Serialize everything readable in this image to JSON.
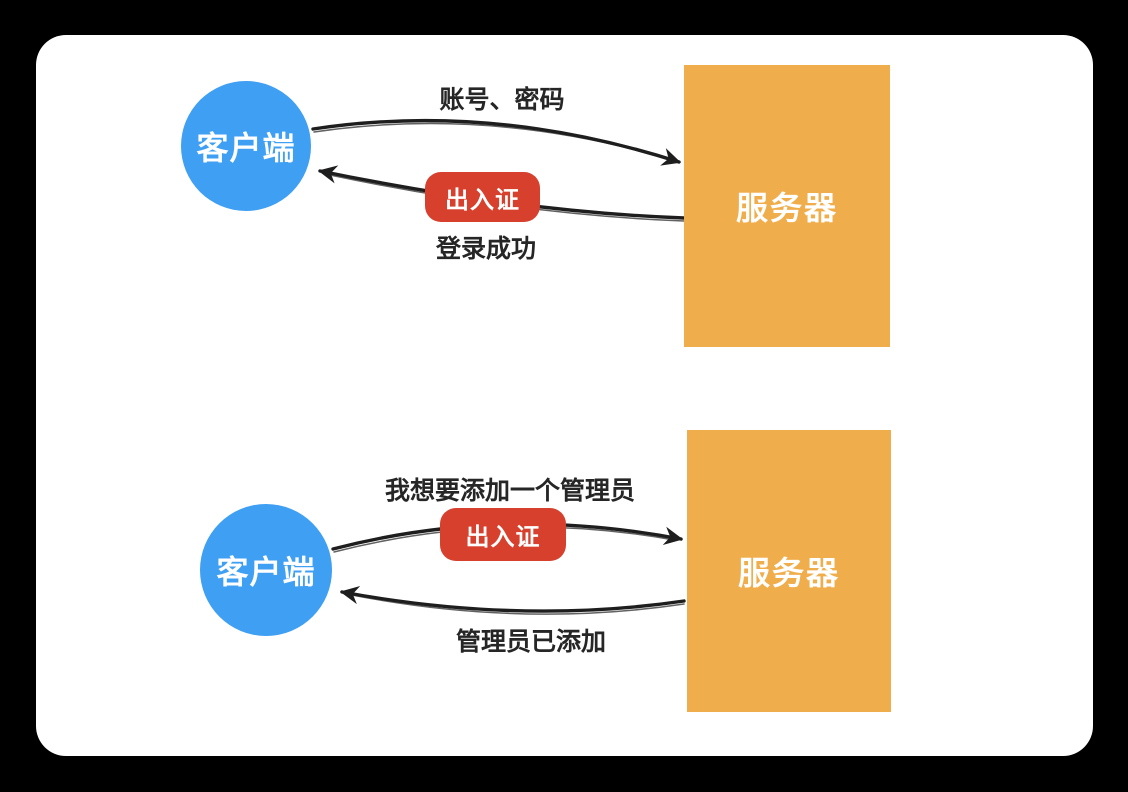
{
  "page": {
    "background": "#000000",
    "card_background": "#ffffff"
  },
  "colors": {
    "client_fill": "#3f9ff3",
    "server_fill": "#f0ad4b",
    "badge_fill": "#d6402d",
    "arrow": "#1e1e1e",
    "node_text": "#ffffff",
    "label_text": "#262626"
  },
  "diagrams": [
    {
      "id": "login-flow",
      "client": {
        "label": "客户端"
      },
      "server": {
        "label": "服务器"
      },
      "request": {
        "label": "账号、密码"
      },
      "response": {
        "label": "登录成功",
        "badge": "出入证"
      }
    },
    {
      "id": "authenticated-request-flow",
      "client": {
        "label": "客户端"
      },
      "server": {
        "label": "服务器"
      },
      "request": {
        "label": "我想要添加一个管理员",
        "badge": "出入证"
      },
      "response": {
        "label": "管理员已添加"
      }
    }
  ]
}
